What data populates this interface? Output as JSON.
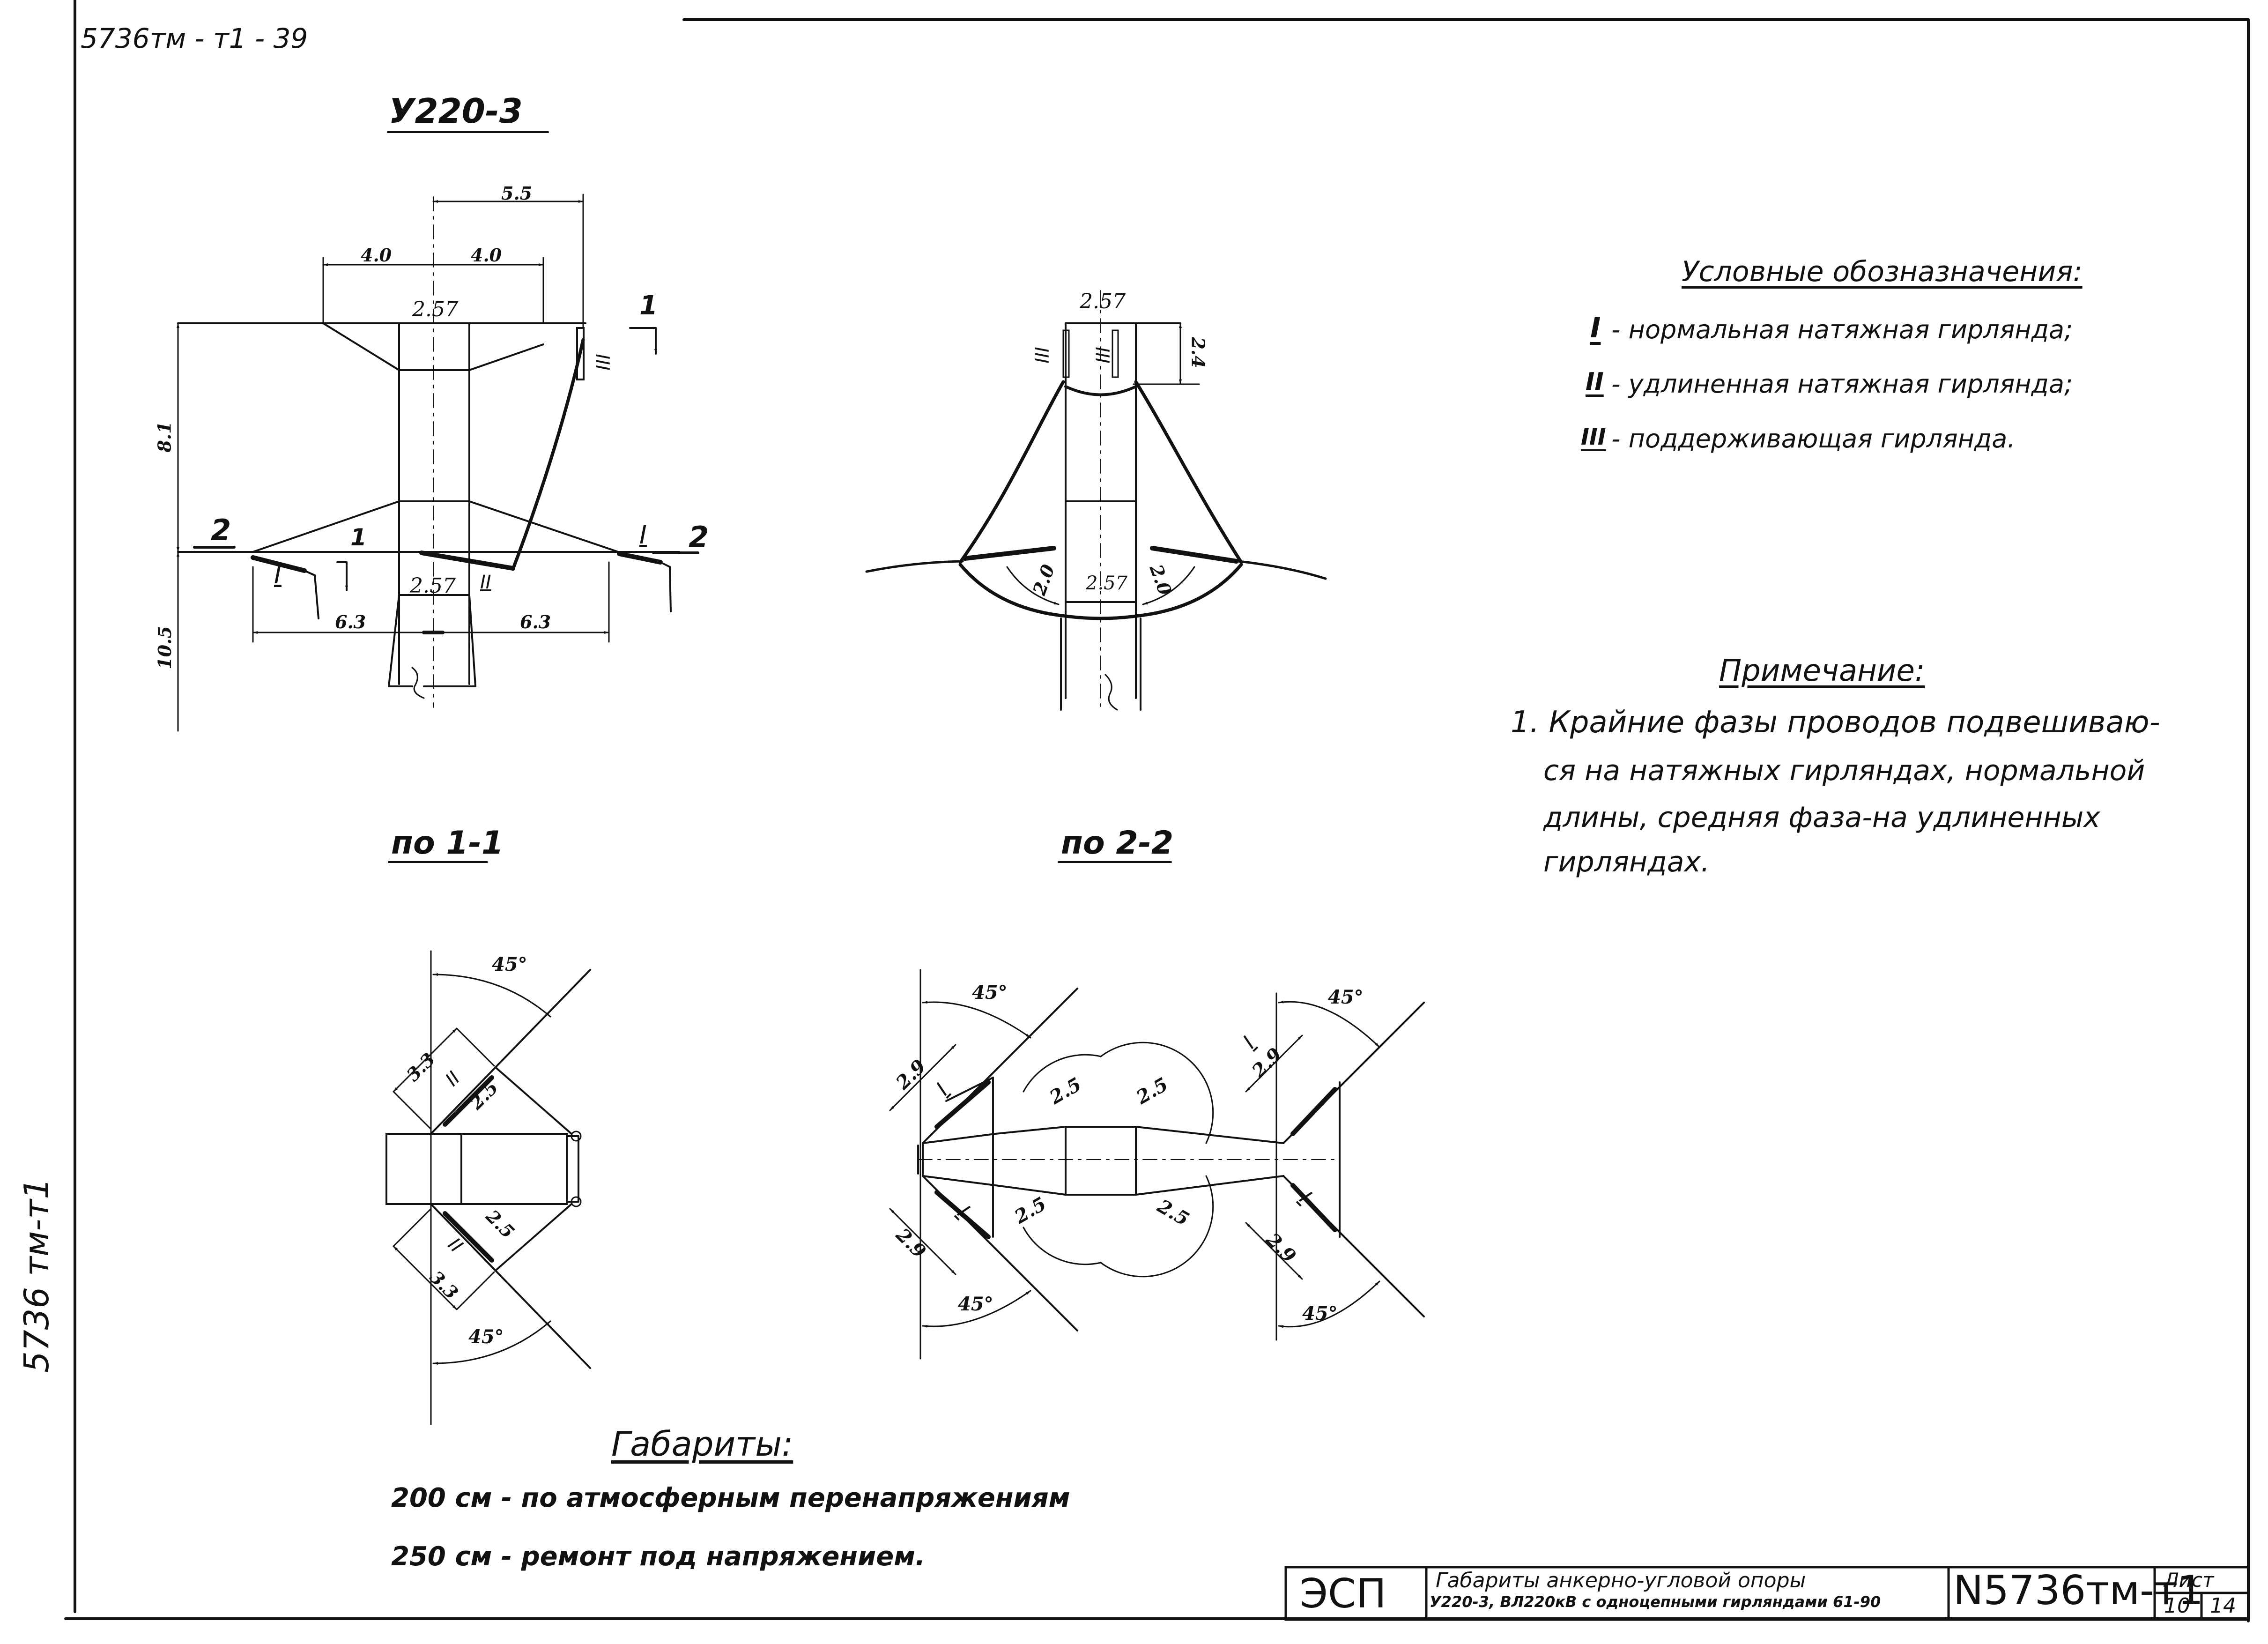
{
  "sheet": {
    "corner_code": "5736тм - т1 - 39",
    "side_code": "5736 тм-т1"
  },
  "drawings": {
    "main_title": "У220-3",
    "section_1_title": "по 1-1",
    "section_2_title": "по 2-2",
    "dims_front": {
      "d55": "5.5",
      "d40a": "4.0",
      "d40b": "4.0",
      "d257top": "2.57",
      "d81": "8.1",
      "d105": "10.5",
      "d257bot": "2.57",
      "d63a": "6.3",
      "d63b": "6.3"
    },
    "markers_front": {
      "sec1_top": "1",
      "sec1_bot": "1",
      "sec2_left": "2",
      "sec2_right": "2",
      "g1_left": "I",
      "g2_mid": "II",
      "g1_right": "I",
      "g3": "III"
    },
    "dims_side": {
      "d257top": "2.57",
      "d24": "2.4",
      "d20a": "2.0",
      "d20b": "2.0",
      "d257bot": "2.57",
      "g3a": "III",
      "g3b": "III"
    },
    "dims_sec1": {
      "a45top": "45°",
      "a45bot": "45°",
      "d33top": "3.3",
      "d25top": "2.5",
      "d25bot": "2.5",
      "d33bot": "3.3",
      "gtop": "II",
      "gbot": "II"
    },
    "dims_sec2": {
      "a45tl": "45°",
      "a45tr": "45°",
      "a45bl": "45°",
      "a45br": "45°",
      "d29tl": "2.9",
      "d29tr": "2.9",
      "d29bl": "2.9",
      "d29br": "2.9",
      "r25a": "2.5",
      "r25b": "2.5",
      "r25c": "2.5",
      "r25d": "2.5",
      "gtl": "I",
      "gtr": "I",
      "gbl": "I",
      "gbr": "I"
    }
  },
  "legend": {
    "title": "Условные обозназначения:",
    "items": [
      {
        "symbol": "I",
        "text": "- нормальная натяжная гирлянда;"
      },
      {
        "symbol": "II",
        "text": "- удлиненная натяжная гирлянда;"
      },
      {
        "symbol": "III",
        "text": "- поддерживающая гирлянда."
      }
    ]
  },
  "note": {
    "title": "Примечание:",
    "lines": [
      "1. Крайние  фазы проводов подвешиваю-",
      "ся на натяжных гирляндах, нормальной",
      "длины, средняя фаза-на удлиненных",
      "гирляндах."
    ]
  },
  "clearances": {
    "title": "Габариты:",
    "lines": [
      "200 см - по атмосферным перенапряжениям",
      "250 см - ремонт под   напряжением."
    ]
  },
  "title_block": {
    "org": "ЭСП",
    "desc_line1": "Габариты анкерно-угловой опоры",
    "desc_line2": "У220-3, ВЛ220кВ с одноцепными гирляндами 61-90",
    "doc_number": "N5736тм-т1",
    "sheet_label": "Лист",
    "sheet_no": "10",
    "sheets_total": "14"
  }
}
